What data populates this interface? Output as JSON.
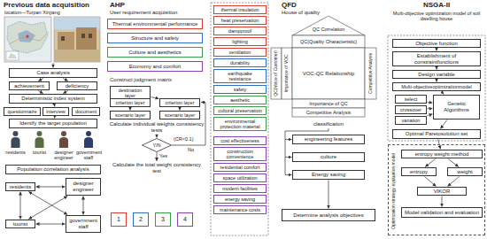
{
  "diagram": {
    "nodes": [
      {
        "text": [
          "Case analysis"
        ]
      },
      {
        "text": [
          "achievement"
        ]
      },
      {
        "text": [
          "deficiency"
        ]
      },
      {
        "text": [
          "Deterministic index system"
        ]
      },
      {
        "text": [
          "questionnaire"
        ]
      },
      {
        "text": [
          "interview"
        ]
      },
      {
        "text": [
          "document"
        ]
      },
      {
        "text": [
          "Identify the target population"
        ]
      },
      {
        "text": [
          "Population correlation analysis"
        ]
      },
      {
        "text": [
          "residents"
        ]
      },
      {
        "text": [
          "designer engineer"
        ]
      },
      {
        "text": [
          "tourist"
        ]
      },
      {
        "text": [
          "government staff"
        ]
      },
      {
        "text": [
          "Thermal environmental performance"
        ]
      },
      {
        "text": [
          "Structure and safety"
        ]
      },
      {
        "text": [
          "Culture and aesthetics"
        ]
      },
      {
        "text": [
          "Economy and comfort"
        ]
      },
      {
        "text": [
          "destination layer"
        ]
      },
      {
        "text": [
          "criterion layer"
        ]
      },
      {
        "text": [
          "criterion layer"
        ]
      },
      {
        "text": [
          "scenario layer"
        ]
      },
      {
        "text": [
          "scenario layer"
        ]
      },
      {
        "text": [
          "Y/N"
        ]
      },
      {
        "text": [
          "1"
        ]
      },
      {
        "text": [
          "2"
        ]
      },
      {
        "text": [
          "3"
        ]
      },
      {
        "text": [
          "4"
        ]
      },
      {
        "text": [
          "thermal insulation"
        ]
      },
      {
        "text": [
          "heat preservation"
        ]
      },
      {
        "text": [
          "dampproof"
        ]
      },
      {
        "text": [
          "lighting"
        ]
      },
      {
        "text": [
          "ventilation"
        ]
      },
      {
        "text": [
          "durability"
        ]
      },
      {
        "text": [
          "earthquake resistance"
        ]
      },
      {
        "text": [
          "safety"
        ]
      },
      {
        "text": [
          "aesthetic"
        ]
      },
      {
        "text": [
          "cultural preservation"
        ]
      },
      {
        "text": [
          "environmental protection material"
        ]
      },
      {
        "text": [
          "cost effectiveness"
        ]
      },
      {
        "text": [
          "construction convenience"
        ]
      },
      {
        "text": [
          "residential comfort"
        ]
      },
      {
        "text": [
          "space utilization"
        ]
      },
      {
        "text": [
          "modern facilities"
        ]
      },
      {
        "text": [
          "energy saving"
        ]
      },
      {
        "text": [
          "maintenance costs"
        ]
      },
      {
        "text": [
          "engineering features"
        ]
      },
      {
        "text": [
          "culture"
        ]
      },
      {
        "text": [
          "Energy saving"
        ]
      },
      {
        "text": [
          "Determine analysis objectives"
        ]
      },
      {
        "text": [
          "Objective function"
        ]
      },
      {
        "text": [
          "Establishment of constraintfunctions"
        ]
      },
      {
        "text": [
          "Design variable"
        ]
      },
      {
        "text": [
          "Multi-objectiveoptimizationmodel"
        ]
      },
      {
        "text": [
          "select"
        ]
      },
      {
        "text": [
          "crossover"
        ]
      },
      {
        "text": [
          "variation"
        ]
      },
      {
        "text": [
          "Genetic Algorithms"
        ]
      },
      {
        "text": [
          "Optimal Paretosolution set"
        ]
      },
      {
        "text": [
          "Optimization strategy evaluation model"
        ]
      },
      {
        "text": [
          "entropy weight method"
        ],
        "in": 58
      },
      {
        "text": [
          "entropy"
        ],
        "in": 58
      },
      {
        "text": [
          "weight"
        ],
        "in": 58
      },
      {
        "text": [
          "VIKOR"
        ],
        "in": 58
      },
      {
        "text": [
          "Model validation and evaluation"
        ],
        "in": 58
      }
    ],
    "edges": [
      {
        "from": 0,
        "to": 1,
        "arrow": "to"
      },
      {
        "from": 0,
        "to": 2,
        "arrow": "to"
      },
      {
        "from": 1,
        "to": 3,
        "arrow": "to"
      },
      {
        "from": 2,
        "to": 3,
        "arrow": "to"
      },
      {
        "from": 3,
        "to": 5,
        "arrow": "to"
      },
      {
        "from": 5,
        "to": 7,
        "arrow": "to"
      },
      {
        "from": 9,
        "to": 10,
        "arrow": "both"
      },
      {
        "from": 9,
        "to": 11,
        "arrow": "both"
      },
      {
        "from": 10,
        "to": 12,
        "arrow": "both"
      },
      {
        "from": 11,
        "to": 12,
        "arrow": "both"
      },
      {
        "from": 9,
        "to": 12,
        "arrow": "both"
      },
      {
        "from": 10,
        "to": 11,
        "arrow": "both"
      },
      {
        "from": 17,
        "to": 18,
        "arrow": "to"
      },
      {
        "from": 17,
        "to": 19,
        "arrow": "to"
      },
      {
        "from": 18,
        "to": 20,
        "arrow": "to"
      },
      {
        "from": 19,
        "to": 21,
        "arrow": "to"
      },
      {
        "from": 47,
        "to": 48,
        "arrow": "to"
      },
      {
        "from": 49,
        "to": 50,
        "arrow": "to"
      },
      {
        "from": 50,
        "to": 51,
        "arrow": "to"
      },
      {
        "from": 51,
        "to": 52,
        "arrow": "to"
      },
      {
        "from": 52,
        "to": 56,
        "arrow": "to"
      },
      {
        "from": 53,
        "to": 56,
        "arrow": "to"
      },
      {
        "from": 54,
        "to": 56,
        "arrow": "to"
      },
      {
        "from": 55,
        "to": 56,
        "arrow": "to"
      },
      {
        "from": 56,
        "to": 57,
        "arrow": "to"
      },
      {
        "from": 57,
        "to": 59,
        "arrow": "to"
      },
      {
        "from": 59,
        "to": 60,
        "arrow": "to"
      },
      {
        "from": 59,
        "to": 61,
        "arrow": "to"
      },
      {
        "from": 60,
        "to": 62,
        "arrow": "to"
      },
      {
        "from": 61,
        "to": 62,
        "arrow": "to"
      },
      {
        "from": 62,
        "to": 63,
        "arrow": "to"
      }
    ],
    "labels": [
      "Previous data acquisition",
      "location—Turpan Xinjiang",
      "residents",
      "tourist",
      "designer engineer",
      "government staff",
      "AHP",
      "User requirement acquisition",
      "Construct judgment matrix",
      "Calculate individual weights consistency tests",
      "(CR<0.1)",
      "Yes",
      "No",
      "Calculate the total weight consistency test",
      "QFD",
      "House of quality",
      "QC Correlation",
      "QC(Quality Characteristic)",
      "QC(Voice of Customer)",
      "Importance of VOC",
      "VOC-QC Relationship",
      "Competitive Analysis",
      "Importance of QC",
      "Competitive Analysis",
      "classification",
      "NSGA-II",
      "Multi-objective optimization model of soil dwelling house"
    ]
  }
}
